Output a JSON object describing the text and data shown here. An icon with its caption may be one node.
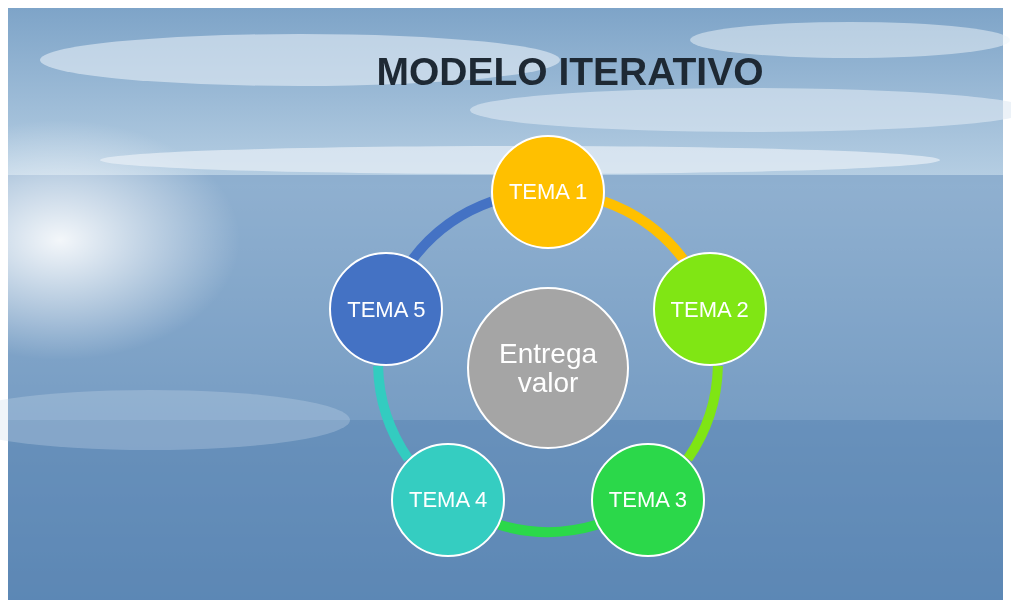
{
  "diagram": {
    "title": "MODELO ITERATIVO",
    "nodes": [
      {
        "text": [
          "TEMA 1"
        ]
      },
      {
        "text": [
          "TEMA 2"
        ]
      },
      {
        "text": [
          "TEMA 3"
        ]
      },
      {
        "text": [
          "TEMA 4"
        ]
      },
      {
        "text": [
          "TEMA 5"
        ]
      },
      {
        "text": [
          "Entrega valor"
        ]
      }
    ],
    "edges": [
      {
        "from": 0,
        "to": 1,
        "arrow": "none",
        "color": "#ffc000"
      },
      {
        "from": 1,
        "to": 2,
        "arrow": "none",
        "color": "#7fe514"
      },
      {
        "from": 2,
        "to": 3,
        "arrow": "none",
        "color": "#2bd84a"
      },
      {
        "from": 3,
        "to": 4,
        "arrow": "none",
        "color": "#33ccc0"
      },
      {
        "from": 4,
        "to": 0,
        "arrow": "none",
        "color": "#4472c4"
      }
    ]
  }
}
